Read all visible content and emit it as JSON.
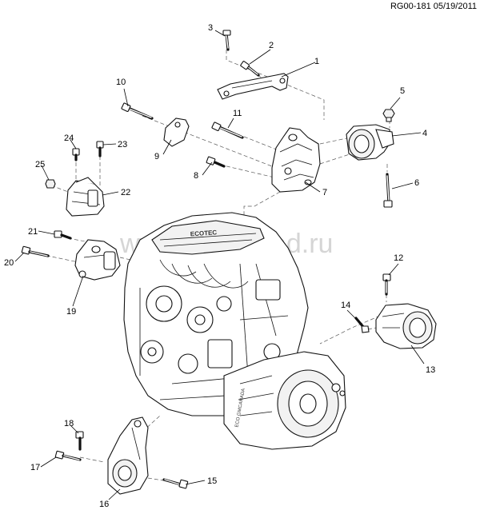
{
  "diagram_id": "RG00-181 05/19/2011",
  "watermark": "www.autosklad.ru",
  "callouts": [
    {
      "n": "1",
      "label": "1"
    },
    {
      "n": "2",
      "label": "2"
    },
    {
      "n": "3",
      "label": "3"
    },
    {
      "n": "4",
      "label": "4"
    },
    {
      "n": "5",
      "label": "5"
    },
    {
      "n": "6",
      "label": "6"
    },
    {
      "n": "7",
      "label": "7"
    },
    {
      "n": "8",
      "label": "8"
    },
    {
      "n": "9",
      "label": "9"
    },
    {
      "n": "10",
      "label": "10"
    },
    {
      "n": "11",
      "label": "11"
    },
    {
      "n": "12",
      "label": "12"
    },
    {
      "n": "13",
      "label": "13"
    },
    {
      "n": "14",
      "label": "14"
    },
    {
      "n": "15",
      "label": "15"
    },
    {
      "n": "16",
      "label": "16"
    },
    {
      "n": "17",
      "label": "17"
    },
    {
      "n": "18",
      "label": "18"
    },
    {
      "n": "19",
      "label": "19"
    },
    {
      "n": "20",
      "label": "20"
    },
    {
      "n": "21",
      "label": "21"
    },
    {
      "n": "22",
      "label": "22"
    },
    {
      "n": "23",
      "label": "23"
    },
    {
      "n": "24",
      "label": "24"
    },
    {
      "n": "25",
      "label": "25"
    }
  ],
  "engine_cover_text": "ECOTEC",
  "transmission_text": "ECO GMCANADA"
}
